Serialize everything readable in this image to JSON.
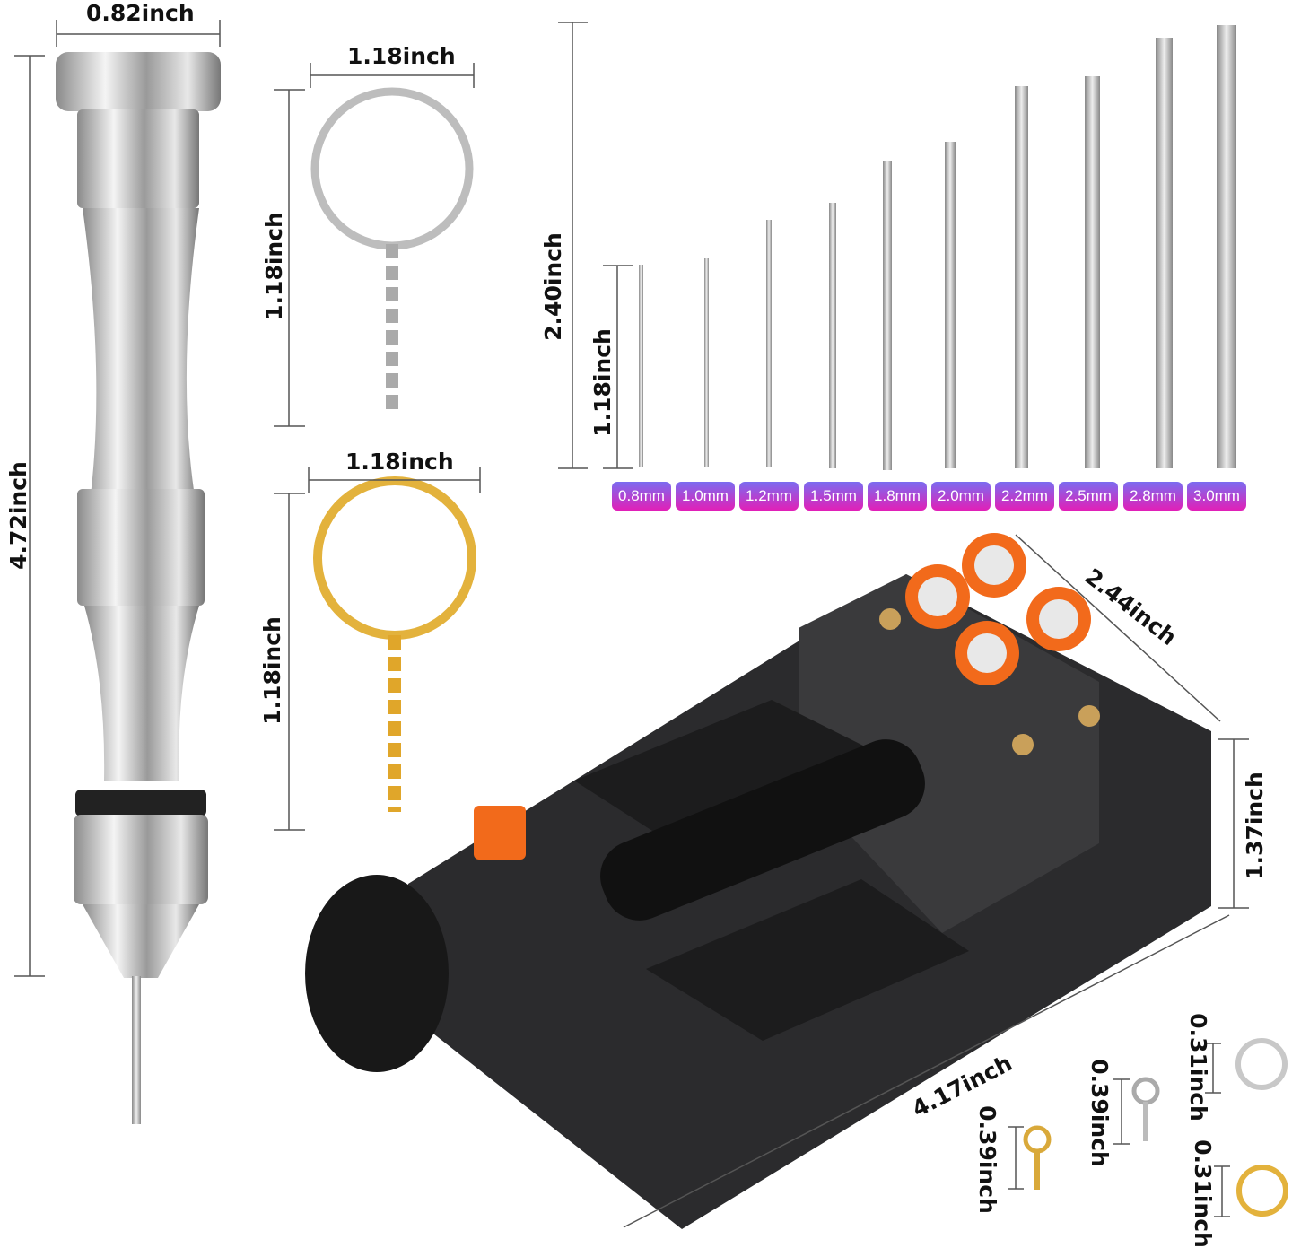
{
  "dimensions": {
    "drill_width": "0.82inch",
    "drill_length": "4.72inch",
    "keyring_silver_width": "1.18inch",
    "keyring_silver_height": "1.18inch",
    "keyring_gold_width": "1.18inch",
    "keyring_gold_height": "1.18inch",
    "bits_max_length": "2.40inch",
    "bits_min_length": "1.18inch",
    "vise_depth": "2.44inch",
    "vise_height": "1.37inch",
    "vise_length": "4.17inch",
    "eye_screw_gold": "0.39inch",
    "eye_screw_silver": "0.39inch",
    "jump_ring_silver": "0.31inch",
    "jump_ring_gold": "0.31inch"
  },
  "drill_bits": [
    "0.8mm",
    "1.0mm",
    "1.2mm",
    "1.5mm",
    "1.8mm",
    "2.0mm",
    "2.2mm",
    "2.5mm",
    "2.8mm",
    "3.0mm"
  ],
  "colors": {
    "chip_top": "#7b6cf0",
    "chip_bottom": "#e21fb7",
    "vise_body": "#2b2b2d",
    "vise_accent": "#f26a1b",
    "gold": "#e3b23c",
    "silver": "#c8c8c8"
  }
}
